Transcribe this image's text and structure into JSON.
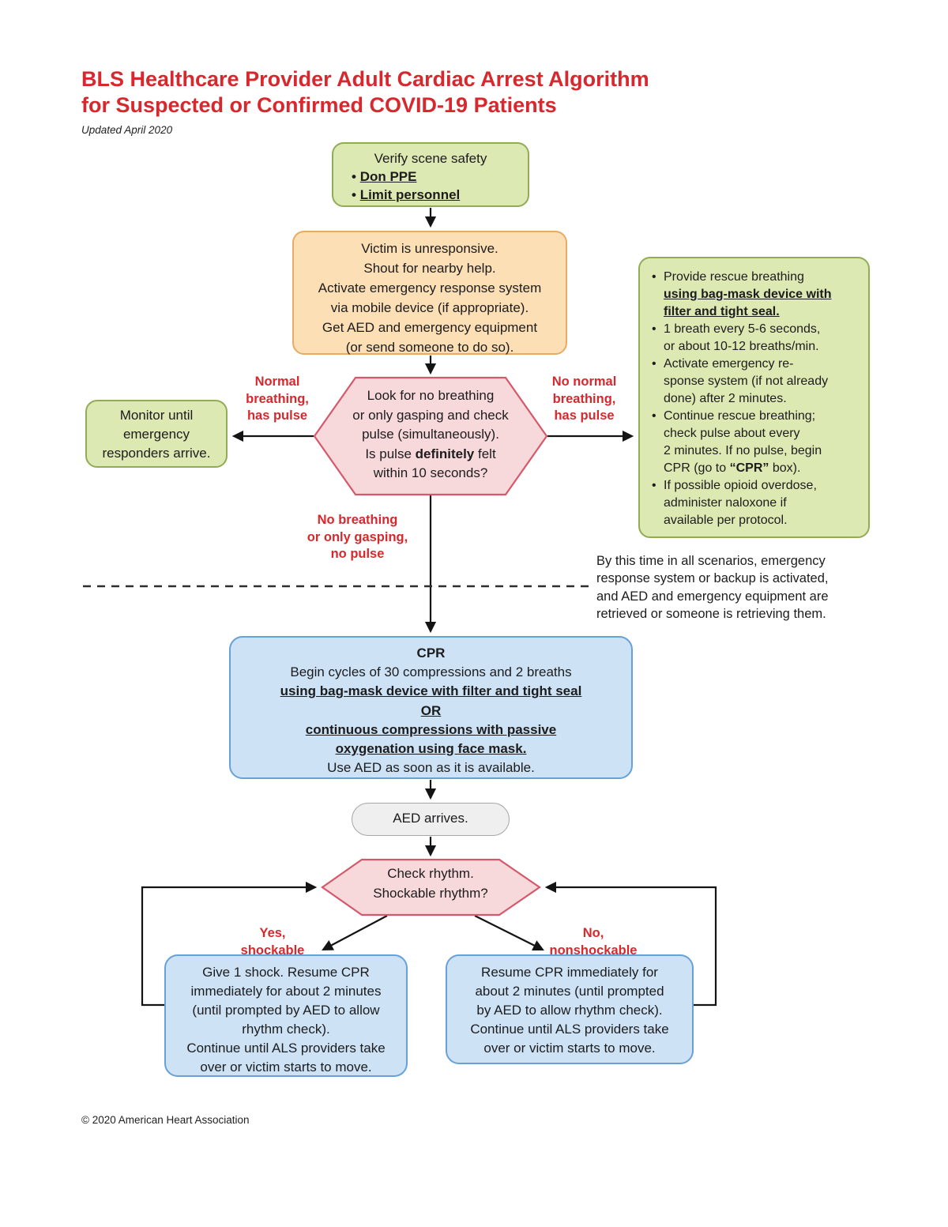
{
  "colors": {
    "red": "#d7282e",
    "text": "#1c1c1e",
    "line": "#141414",
    "green_fill": "#dde9b2",
    "green_border": "#92ab55",
    "orange_fill": "#fcdfb5",
    "orange_border": "#e9ab63",
    "pink_fill": "#f8d9db",
    "pink_border": "#d4596b",
    "blue_fill": "#cde2f4",
    "blue_border": "#66a1d7",
    "gray_fill": "#efeff0",
    "gray_border": "#a6a6ab"
  },
  "glyphs": {
    "bullet": "•"
  },
  "header": {
    "title_line1": "BLS Healthcare Provider Adult Cardiac Arrest Algorithm",
    "title_line2": "for Suspected or Confirmed COVID-19 Patients",
    "updated": "Updated April 2020"
  },
  "scene_safety": {
    "title": "Verify scene safety",
    "bullet1": "Don PPE",
    "bullet2": "Limit personnel"
  },
  "unresponsive": {
    "line1": "Victim is unresponsive.",
    "line2": "Shout for nearby help.",
    "line3": "Activate emergency response system",
    "line4": "via mobile device (if appropriate).",
    "line5": "Get AED and emergency equipment",
    "line6": "(or send someone to do so)."
  },
  "pulse_hex": {
    "line1": "Look for no breathing",
    "line2": "or only gasping and check",
    "line3": "pulse (simultaneously).",
    "line4_pre": "Is pulse ",
    "line4_bold": "definitely",
    "line4_post": " felt",
    "line5": "within 10 seconds?"
  },
  "monitor": {
    "line1": "Monitor until",
    "line2": "emergency",
    "line3": "responders arrive."
  },
  "branch_labels": {
    "normal_1": "Normal",
    "normal_2": "breathing,",
    "normal_3": "has pulse",
    "no_normal_1": "No normal",
    "no_normal_2": "breathing,",
    "no_normal_3": "has pulse",
    "no_breathing_1": "No breathing",
    "no_breathing_2": "or only gasping,",
    "no_breathing_3": "no pulse",
    "yes_1": "Yes,",
    "yes_2": "shockable",
    "no_1": "No,",
    "no_2": "nonshockable"
  },
  "rescue_breathing": {
    "b1_l1": "Provide rescue breathing",
    "b1_l2": "using bag-mask device with",
    "b1_l3": "filter and tight seal.",
    "b2_l1": "1 breath every 5-6 seconds,",
    "b2_l2": "or about 10-12 breaths/min.",
    "b3_l1": "Activate emergency re-",
    "b3_l2": "sponse system (if not already",
    "b3_l3": "done) after 2 minutes.",
    "b4_l1": "Continue rescue breathing;",
    "b4_l2": "check pulse about every",
    "b4_l3": "2 minutes. If no pulse, begin",
    "b4_l4_pre": "CPR (go to ",
    "b4_l4_bold": "“CPR”",
    "b4_l4_post": " box).",
    "b5_l1": "If possible opioid overdose,",
    "b5_l2": "administer naloxone if",
    "b5_l3": "available per protocol."
  },
  "scenario_note": {
    "line1": "By this time in all scenarios, emergency",
    "line2": "response system or backup is activated,",
    "line3": "and AED and emergency equipment are",
    "line4": "retrieved or someone is retrieving them."
  },
  "cpr": {
    "title": "CPR",
    "line1": "Begin cycles of 30 compressions and 2 breaths",
    "line2": "using bag-mask device with filter and tight seal",
    "line3": "OR",
    "line4": "continuous compressions with passive",
    "line5": "oxygenation using face mask.",
    "line6": "Use AED as soon as it is available."
  },
  "aed": {
    "label": "AED arrives."
  },
  "rhythm_hex": {
    "line1": "Check rhythm.",
    "line2": "Shockable rhythm?"
  },
  "shock_box": {
    "line1": "Give 1 shock. Resume CPR",
    "line2": "immediately for about 2 minutes",
    "line3": "(until prompted by AED to allow",
    "line4": "rhythm check).",
    "line5": "Continue until ALS providers take",
    "line6": "over or victim starts to move."
  },
  "no_shock_box": {
    "line1": "Resume CPR immediately for",
    "line2": "about 2 minutes (until prompted",
    "line3": "by AED to allow rhythm check).",
    "line4": "Continue until ALS providers take",
    "line5": "over or victim starts to move."
  },
  "footer": {
    "copyright": "© 2020 American Heart Association"
  }
}
